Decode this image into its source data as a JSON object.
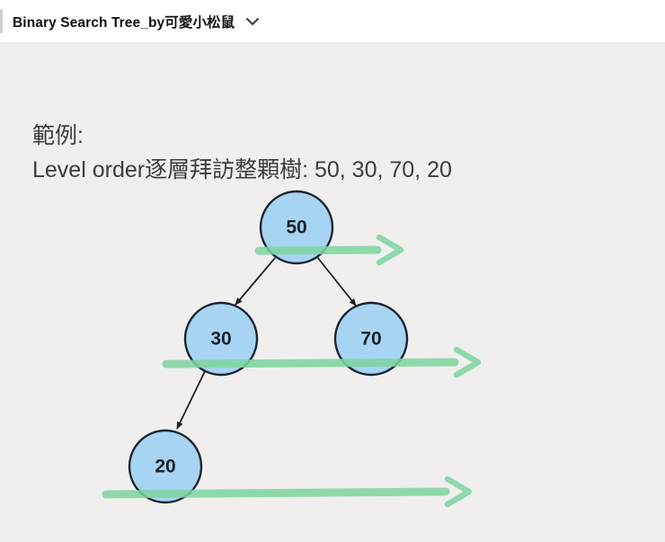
{
  "header": {
    "title": "Binary Search Tree_by可愛小松鼠",
    "collapse_icon": "chevron-down"
  },
  "content": {
    "line1": "範例:",
    "line2": "Level order逐層拜訪整顆樹: 50, 30, 70, 20"
  },
  "tree": {
    "type": "binary-search-tree",
    "nodes": [
      {
        "id": "root",
        "value": "50"
      },
      {
        "id": "root.left",
        "value": "30"
      },
      {
        "id": "root.right",
        "value": "70"
      },
      {
        "id": "root.left.left",
        "value": "20"
      }
    ],
    "edges": [
      {
        "from": "50",
        "to": "30"
      },
      {
        "from": "50",
        "to": "70"
      },
      {
        "from": "30",
        "to": "20"
      }
    ],
    "level_order": [
      "50",
      "30",
      "70",
      "20"
    ],
    "colors": {
      "node_fill": "#a6d4f2",
      "node_stroke": "#1b2430",
      "edge": "#1f1f1f",
      "level_arrow": "#7dd59f",
      "canvas_bg": "#f0efee",
      "header_bg": "#ffffff",
      "text": "#3c3c3c"
    }
  }
}
